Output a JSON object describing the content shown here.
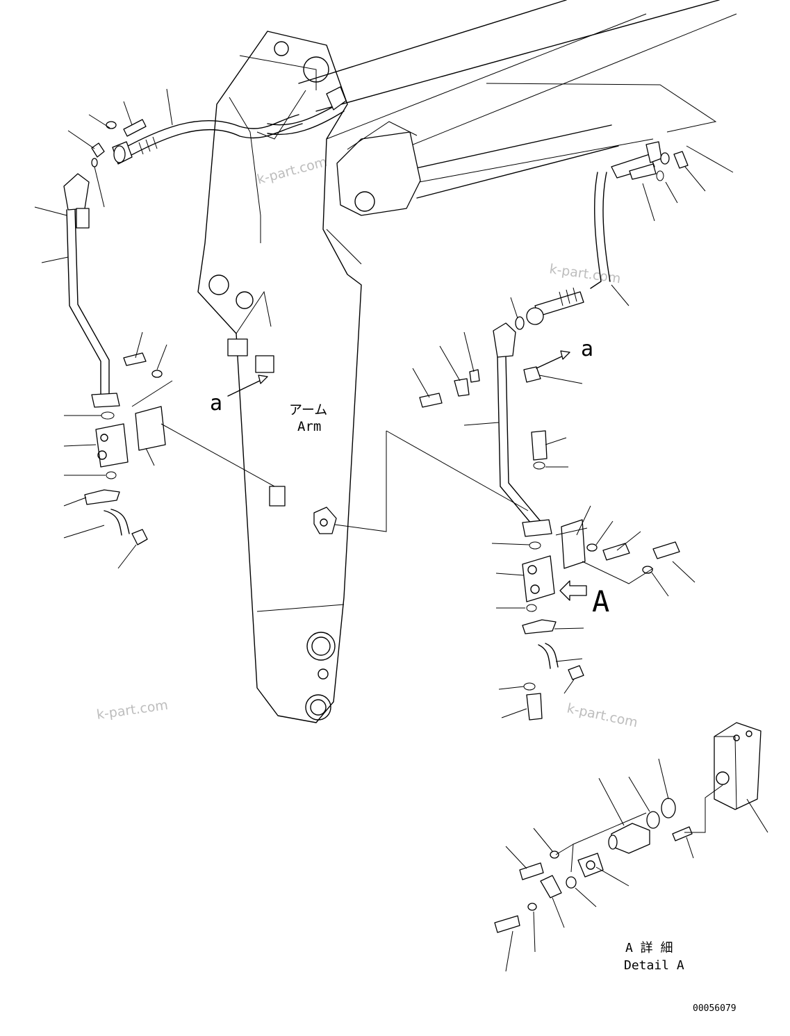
{
  "labels": {
    "arm_ja": "アーム",
    "arm_en": "Arm",
    "view_a_left": "a",
    "view_a_right": "a",
    "detail_arrow": "A",
    "detail_ja": "A 詳 細",
    "detail_en": "Detail A",
    "drawing_number": "00056079"
  },
  "watermarks": [
    "k-part.com",
    "k-part.com",
    "k-part.com",
    "k-part.com"
  ],
  "colors": {
    "line": "#000000",
    "watermark": "#bdbdbd",
    "background": "#ffffff"
  }
}
